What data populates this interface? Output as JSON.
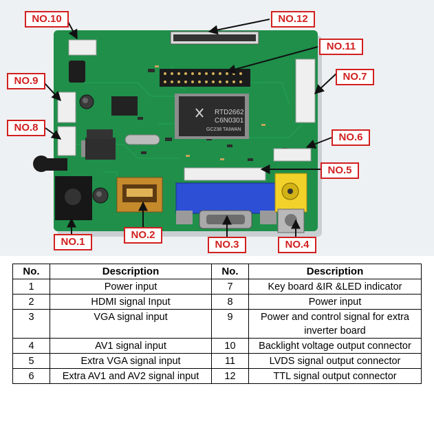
{
  "callouts": [
    {
      "label": "NO.1"
    },
    {
      "label": "NO.2"
    },
    {
      "label": "NO.3"
    },
    {
      "label": "NO.4"
    },
    {
      "label": "NO.5"
    },
    {
      "label": "NO.6"
    },
    {
      "label": "NO.7"
    },
    {
      "label": "NO.8"
    },
    {
      "label": "NO.9"
    },
    {
      "label": "NO.10"
    },
    {
      "label": "NO.11"
    },
    {
      "label": "NO.12"
    }
  ],
  "chip": {
    "line1": "RTD2662",
    "line2": "C6N0301",
    "line3": "GC238 TAIWAN"
  },
  "colors": {
    "pcb": "#1f8f4a",
    "callout_red": "#d21f1f",
    "vga_blue": "#2c4fd6",
    "rca_yellow": "#f2d22a",
    "hdmi_gold": "#d49a2c"
  },
  "table": {
    "headers": [
      "No.",
      "Description",
      "No.",
      "Description"
    ],
    "rows": [
      {
        "no_left": "1",
        "desc_left": "Power input",
        "no_right": "7",
        "desc_right": "Key board &IR &LED indicator"
      },
      {
        "no_left": "2",
        "desc_left": "HDMI signal Input",
        "no_right": "8",
        "desc_right": "Power input"
      },
      {
        "no_left": "3",
        "desc_left": "VGA signal input",
        "no_right": "9",
        "desc_right": "Power and control signal for extra inverter board"
      },
      {
        "no_left": "4",
        "desc_left": "AV1 signal input",
        "no_right": "10",
        "desc_right": "Backlight voltage output connector"
      },
      {
        "no_left": "5",
        "desc_left": "Extra VGA signal input",
        "no_right": "11",
        "desc_right": "LVDS signal output connector"
      },
      {
        "no_left": "6",
        "desc_left": "Extra AV1 and AV2 signal input",
        "no_right": "12",
        "desc_right": "TTL signal output connector"
      }
    ]
  }
}
